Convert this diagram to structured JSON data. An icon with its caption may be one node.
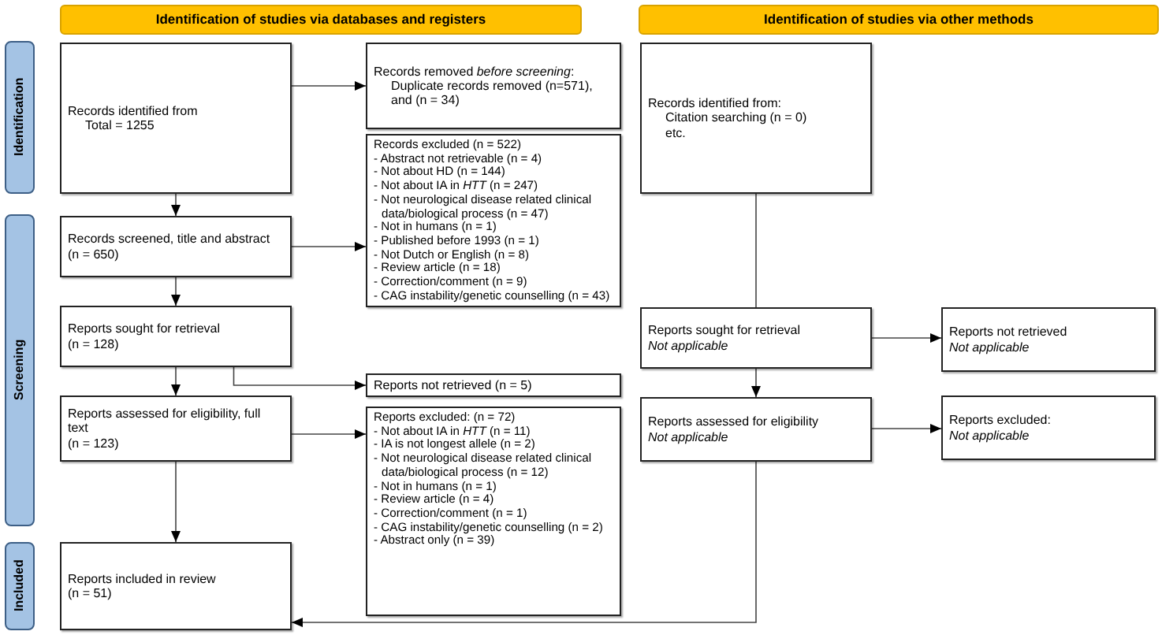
{
  "diagram": {
    "nodes": [
      {
        "text": [
          "Identification of studies via databases and registers"
        ]
      },
      {
        "text": [
          "Identification of studies via other methods"
        ]
      },
      {
        "text": [
          "Identification"
        ]
      },
      {
        "text": [
          "Screening"
        ]
      },
      {
        "text": [
          "Included"
        ]
      },
      {
        "text": [
          "Records identified from",
          "Total = 1255"
        ]
      },
      {
        "text": [
          "Records removed *before screening*:",
          "Duplicate records removed (n=571), and (n = 34)"
        ]
      },
      {
        "text": [
          "Records excluded (n = 522)",
          "- Abstract not retrievable (n = 4)",
          "- Not about HD (n = 144)",
          "- Not about IA in *HTT* (n = 247)",
          "- Not neurological disease related clinical data/biological process (n = 47)",
          "- Not in humans (n = 1)",
          "- Published before 1993 (n = 1)",
          "- Not Dutch or English (n = 8)",
          "- Review article (n = 18)",
          "- Correction/comment (n = 9)",
          "- CAG instability/genetic counselling (n = 43)"
        ]
      },
      {
        "text": [
          "Records screened, title and abstract",
          "(n = 650)"
        ]
      },
      {
        "text": [
          "Reports sought for retrieval",
          "(n = 128)"
        ]
      },
      {
        "text": [
          "Reports not retrieved (n = 5)"
        ]
      },
      {
        "text": [
          "Reports assessed for eligibility, full text",
          "(n = 123)"
        ]
      },
      {
        "text": [
          "Reports excluded: (n = 72)",
          "- Not about IA in *HTT* (n = 11)",
          "- IA is not longest allele (n = 2)",
          "- Not neurological disease related clinical data/biological process (n = 12)",
          "- Not in humans (n = 1)",
          "- Review article (n = 4)",
          "- Correction/comment (n = 1)",
          "- CAG instability/genetic counselling (n = 2)",
          "- Abstract only (n = 39)"
        ]
      },
      {
        "text": [
          "Reports included in review",
          "(n = 51)"
        ]
      },
      {
        "text": [
          "Records identified from:",
          "Citation searching (n = 0)",
          "etc."
        ]
      },
      {
        "text": [
          "Reports sought for retrieval",
          "Not applicable"
        ]
      },
      {
        "text": [
          "Reports not retrieved",
          "Not applicable"
        ]
      },
      {
        "text": [
          "Reports assessed for eligibility",
          "Not applicable"
        ]
      },
      {
        "text": [
          "Reports excluded:",
          "Not applicable"
        ]
      }
    ],
    "edges": [
      {
        "from": 5,
        "to": 8,
        "arrow": "to"
      },
      {
        "from": 5,
        "to": 6,
        "arrow": "to"
      },
      {
        "from": 8,
        "to": 7,
        "arrow": "to"
      },
      {
        "from": 8,
        "to": 9,
        "arrow": "to"
      },
      {
        "from": 9,
        "to": 10,
        "arrow": "to"
      },
      {
        "from": 9,
        "to": 11,
        "arrow": "to"
      },
      {
        "from": 11,
        "to": 12,
        "arrow": "to"
      },
      {
        "from": 11,
        "to": 13,
        "arrow": "to"
      },
      {
        "from": 14,
        "to": 15,
        "arrow": "none"
      },
      {
        "from": 15,
        "to": 16,
        "arrow": "to"
      },
      {
        "from": 15,
        "to": 17,
        "arrow": "to"
      },
      {
        "from": 17,
        "to": 13,
        "arrow": "to"
      },
      {
        "from": 17,
        "to": 18,
        "arrow": "to"
      }
    ]
  }
}
